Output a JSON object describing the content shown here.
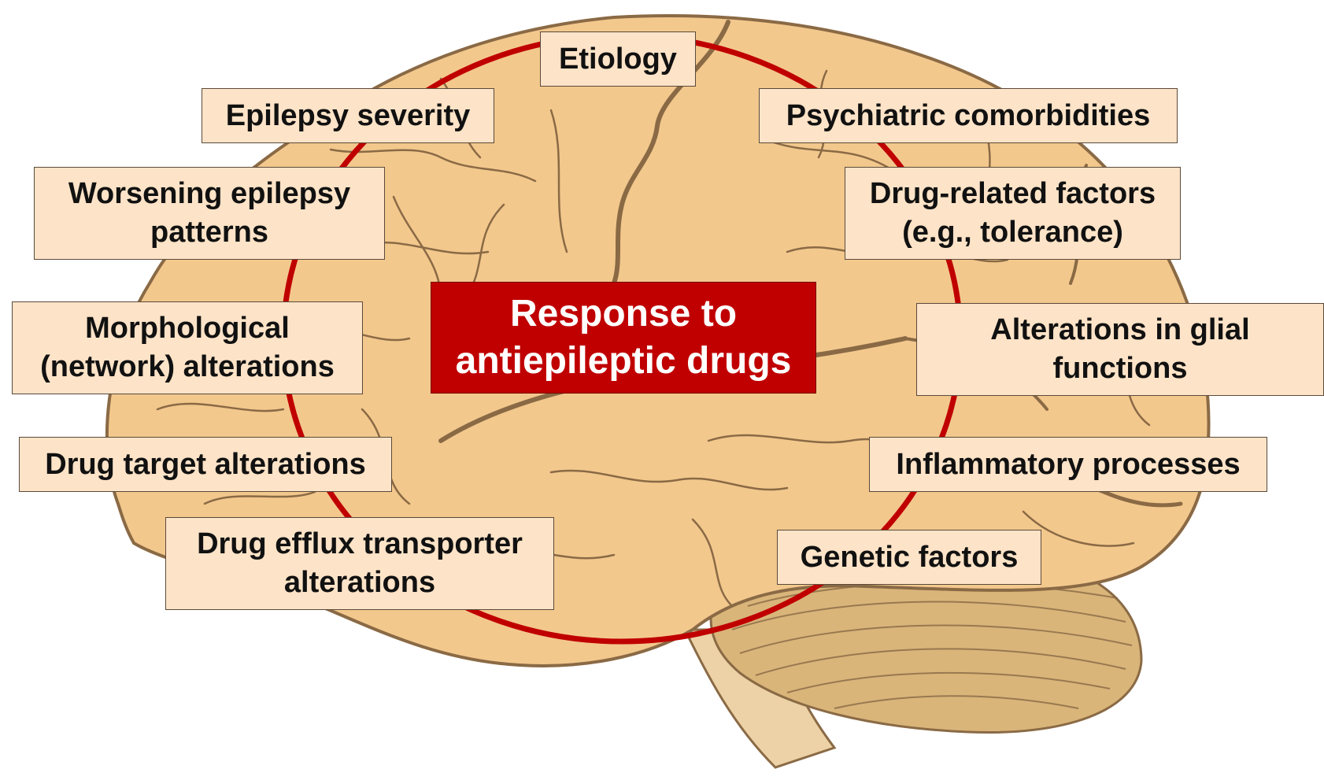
{
  "center": {
    "label": "Response to\nantiepileptic drugs"
  },
  "factors": {
    "etiology": "Etiology",
    "epilepsy_severity": "Epilepsy severity",
    "psychiatric": "Psychiatric comorbidities",
    "worsening": "Worsening epilepsy\npatterns",
    "drug_related": "Drug-related factors\n(e.g., tolerance)",
    "morphological": "Morphological\n(network) alterations",
    "glial": "Alterations in glial\nfunctions",
    "drug_target": "Drug target alterations",
    "inflammatory": "Inflammatory processes",
    "efflux": "Drug efflux transporter\nalterations",
    "genetic": "Genetic factors"
  },
  "colors": {
    "brain_fill": "#f3c88d",
    "brain_outline": "#8a6a45",
    "sulci": "#8a6a45",
    "cerebellum": "#d9b57a",
    "brainstem": "#ecd2a6",
    "circle": "#c00000",
    "box_fill": "#fde3c7",
    "center_fill": "#c00000",
    "center_text": "#ffffff"
  },
  "icons": {
    "illustration": "brain-icon"
  }
}
